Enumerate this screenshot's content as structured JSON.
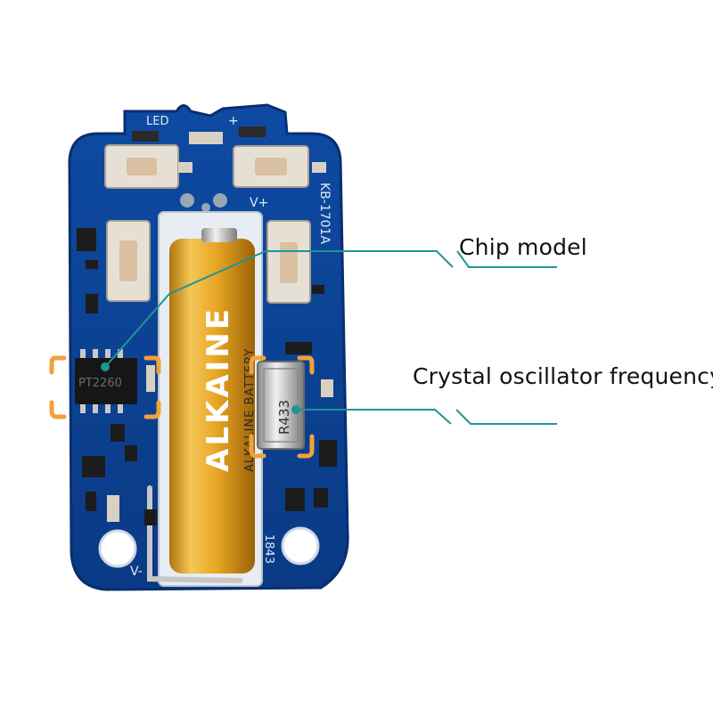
{
  "product": {
    "pcb_silk_model": "KB-1701A",
    "pcb_silk_led": "LED",
    "pcb_silk_plus": "+",
    "pcb_silk_vplus": "V+",
    "pcb_silk_vminus": "V-",
    "pcb_silk_date": "1843",
    "chip_marking": "PT2260",
    "crystal_marking": "R433",
    "battery_brand": "ALKAINE",
    "battery_subtext": "ALKALINE BATTERY"
  },
  "callouts": [
    {
      "label": "Chip model"
    },
    {
      "label": "Crystal oscillator frequency"
    }
  ],
  "colors": {
    "pcb": "#0b3f8f",
    "pcb_edge": "#082f70",
    "gold": "#e0a21f",
    "leader": "#1f9595",
    "highlight": "#f0a23a"
  }
}
